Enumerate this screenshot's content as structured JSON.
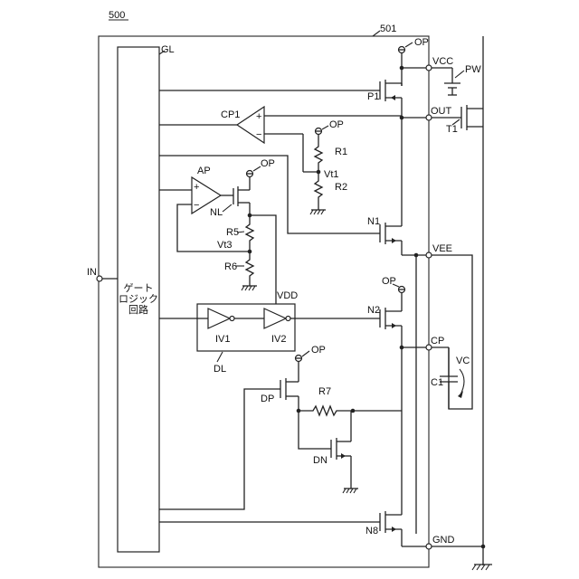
{
  "figure": {
    "number": "500",
    "outline_ref": "501"
  },
  "blocks": {
    "gate_logic": {
      "ref": "GL",
      "label_line1": "ゲート",
      "label_line2": "ロジック",
      "label_line3": "回路"
    },
    "delay": {
      "ref": "DL",
      "inv1": "IV1",
      "inv2": "IV2",
      "supply": "VDD"
    }
  },
  "terminals": {
    "vcc": "VCC",
    "out": "OUT",
    "vee": "VEE",
    "cp": "CP",
    "gnd": "GND",
    "in": "IN"
  },
  "components": {
    "p1": "P1",
    "n1": "N1",
    "n2": "N2",
    "n8": "N8",
    "t1": "T1",
    "cp1": "CP1",
    "ap": "AP",
    "nl": "NL",
    "dp": "DP",
    "dn": "DN",
    "r1": "R1",
    "r2": "R2",
    "r5": "R5",
    "r6": "R6",
    "r7": "R7",
    "c1": "C1",
    "pw": "PW"
  },
  "nodes": {
    "vt1": "Vt1",
    "vt3": "Vt3",
    "vc": "VC",
    "op": "OP"
  },
  "signs": {
    "plus": "+",
    "minus": "−"
  }
}
